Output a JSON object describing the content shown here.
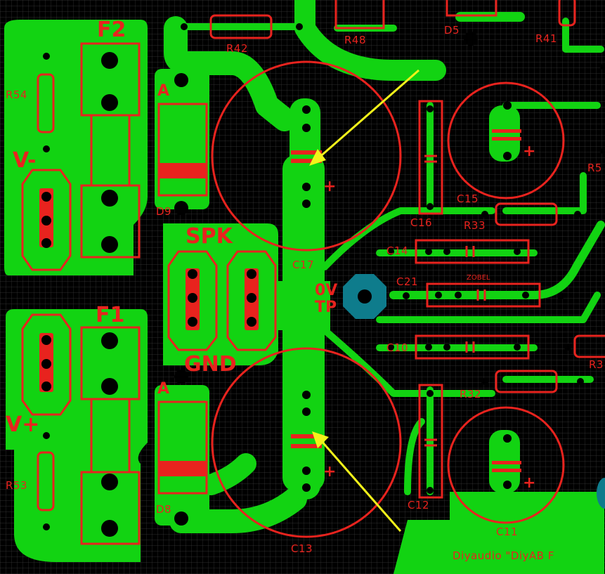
{
  "refdes": {
    "F2": "F2",
    "F1": "F1",
    "R54": "R54",
    "R53": "R53",
    "R42": "R42",
    "R48": "R48",
    "D5": "D5",
    "R41": "R41",
    "Vminus": "V-",
    "Vplus": "V+",
    "A_top": "A",
    "A_bot": "A",
    "D9": "D9",
    "D8": "D8",
    "SPK": "SPK",
    "GND": "GND",
    "C17": "C17",
    "C13": "C13",
    "ZERO_V": "0V",
    "TP": "TP",
    "C16": "C16",
    "C15": "C15",
    "R5x": "R5",
    "R33": "R33",
    "C14": "C14",
    "C21": "C21",
    "ZOBEL": "ZOBEL",
    "C10": "C10",
    "R3x": "R3",
    "R32": "R32",
    "C12": "C12",
    "C11": "C11",
    "footer": "Diyaudio \"DiyAB F"
  },
  "colors": {
    "copper": "#12d312",
    "silk": "#e8231e",
    "background": "#000000",
    "grid": "#3a3a3a",
    "testpoint": "#0e7c8c",
    "arrow": "#f2f21a"
  }
}
